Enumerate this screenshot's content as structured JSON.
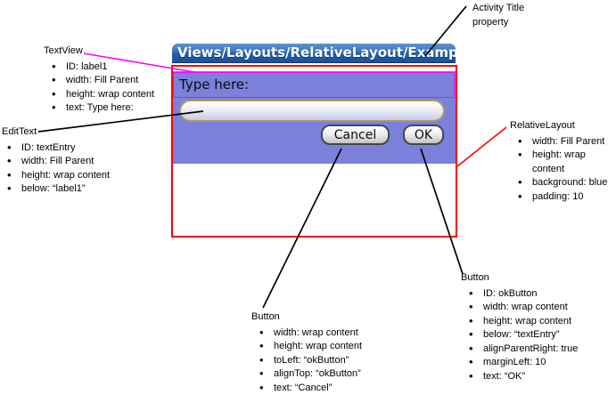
{
  "screen": {
    "title": "Views/Layouts/RelativeLayout/Example",
    "type_here_label": "Type here:",
    "edittext_value": "",
    "cancel_label": "Cancel",
    "ok_label": "OK",
    "colors": {
      "title_bar_blue": "#2c64ad",
      "content_blue": "#7b80db",
      "edittext_border_tan": "#b09a5e",
      "highlight_red": "#ff0000",
      "highlight_magenta": "#ff00ff"
    }
  },
  "annotations": {
    "activity_title": {
      "title": "Activity Title property"
    },
    "textview": {
      "title": "TextView",
      "items": [
        "ID: label1",
        "width: Fill Parent",
        "height: wrap content",
        "text: Type here:"
      ]
    },
    "edittext": {
      "title": "EditText",
      "items": [
        "ID: textEntry",
        "width: Fill Parent",
        "height: wrap content",
        "below: “label1”"
      ]
    },
    "relativelayout": {
      "title": "RelativeLayout",
      "items": [
        "width: Fill Parent",
        "height: wrap content",
        "background: blue",
        "padding: 10"
      ]
    },
    "cancel_button": {
      "title": "Button",
      "items": [
        "width: wrap content",
        "height: wrap content",
        "toLeft: “okButton”",
        "alignTop: “okButton”",
        "text: “Cancel”"
      ]
    },
    "ok_button": {
      "title": "Button",
      "items": [
        "ID: okButton",
        "width: wrap content",
        "height: wrap content",
        "below: “textEntry”",
        "alignParentRight: true",
        "marginLeft: 10",
        "text: “OK”"
      ]
    }
  }
}
